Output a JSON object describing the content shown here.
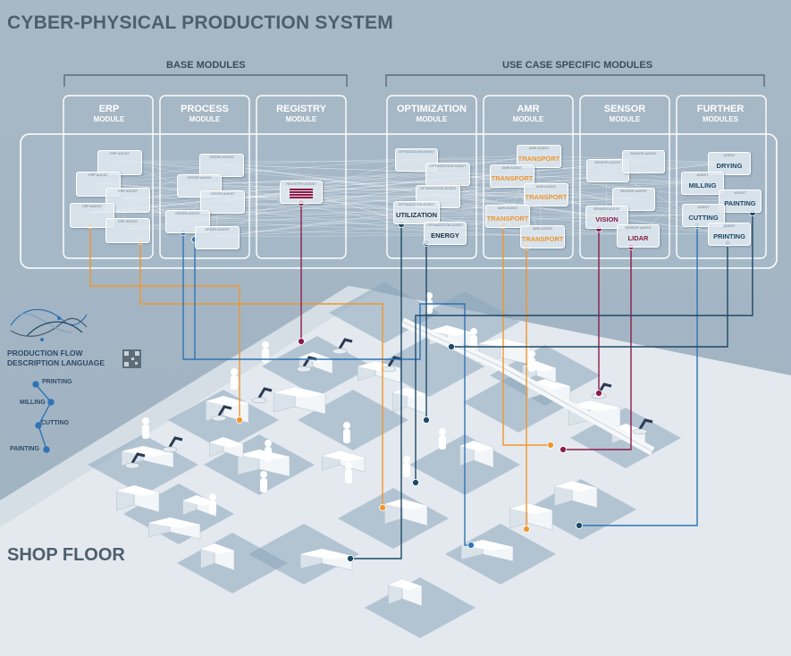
{
  "title": "CYBER-PHYSICAL PRODUCTION SYSTEM",
  "shop_floor": "SHOP FLOOR",
  "groups": {
    "base": "BASE MODULES",
    "use_case": "USE CASE SPECIFIC MODULES"
  },
  "modules": {
    "erp": {
      "name": "ERP",
      "kind": "MODULE",
      "agent_header": "ERP AGENT"
    },
    "process": {
      "name": "PROCESS",
      "kind": "MODULE",
      "agent_header": "ORDER AGENT"
    },
    "registry": {
      "name": "REGISTRY",
      "kind": "MODULE",
      "agent_header": "REGISTRY AGENT"
    },
    "optimization": {
      "name": "OPTIMIZATION",
      "kind": "MODULE",
      "agent_header": "OPTIMIZATION AGENT",
      "agents": [
        "UTILIZATION",
        "ENERGY"
      ]
    },
    "amr": {
      "name": "AMR",
      "kind": "MODULE",
      "agent_header": "AMR AGENT",
      "agent_label": "TRANSPORT"
    },
    "sensor": {
      "name": "SENSOR",
      "kind": "MODULE",
      "agent_header": "SENSOR AGENT",
      "agents": [
        "VISION",
        "LIDAR"
      ]
    },
    "further": {
      "name": "FURTHER",
      "kind": "MODULES",
      "agent_header": "AGENT",
      "agents": [
        "DRYING",
        "MILLING",
        "PAINTING",
        "CUTTING",
        "PRINTING"
      ]
    }
  },
  "pfdl": {
    "line1": "PRODUCTION FLOW",
    "line2": "DESCRIPTION LANGUAGE",
    "steps": [
      "PRINTING",
      "MILLING",
      "CUTTING",
      "PAINTING"
    ]
  },
  "colors": {
    "orange": "#f0962d",
    "crimson": "#8c1c4c",
    "blue": "#2f74b5",
    "navy": "#1e4866",
    "module_border": "#ffffff",
    "floor": "#e6ecf1",
    "tile": "#8aa6bb"
  }
}
